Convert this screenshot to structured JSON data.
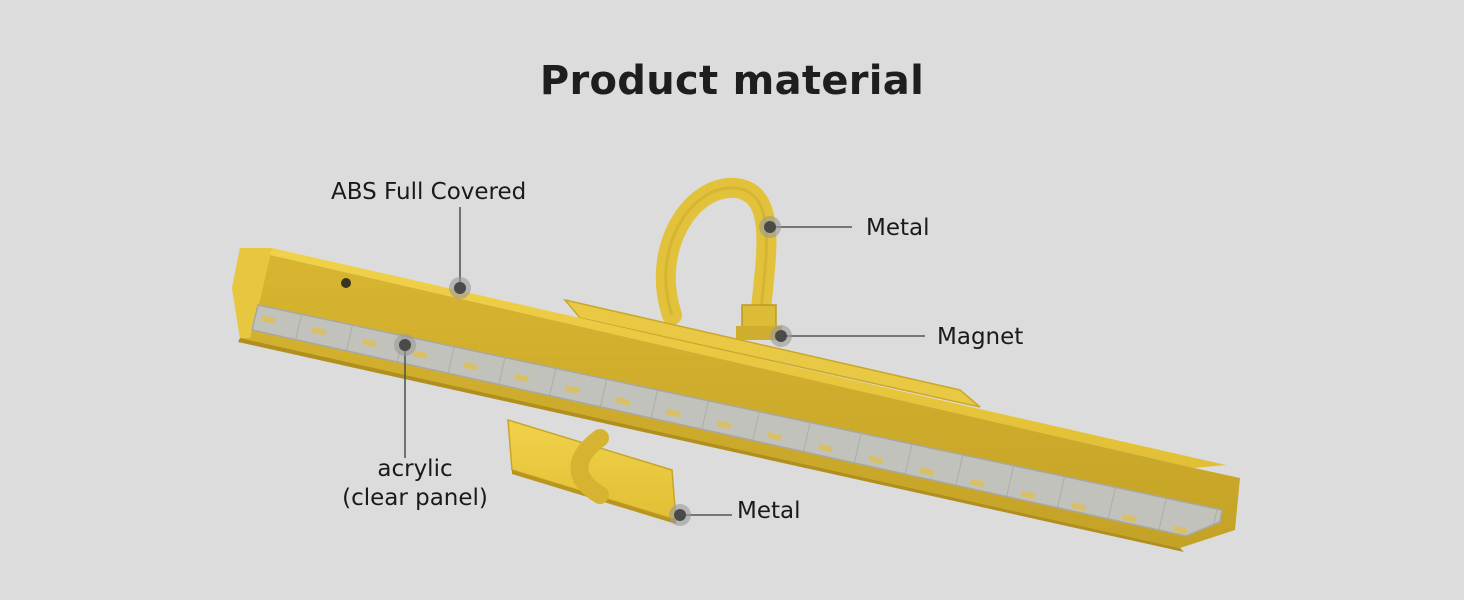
{
  "title": "Product material",
  "callouts": {
    "abs": "ABS Full Covered",
    "metal_top": "Metal",
    "magnet": "Magnet",
    "acrylic_line1": "acrylic",
    "acrylic_line2": "(clear panel)",
    "metal_bottom": "Metal"
  },
  "colors": {
    "background": "#dcdcdc",
    "lamp_gold": "#e6c43c",
    "lamp_shadow": "#c9a82a",
    "panel": "#bdbdb8",
    "callout_dot": "#4a4a4a",
    "callout_line": "#555555"
  }
}
